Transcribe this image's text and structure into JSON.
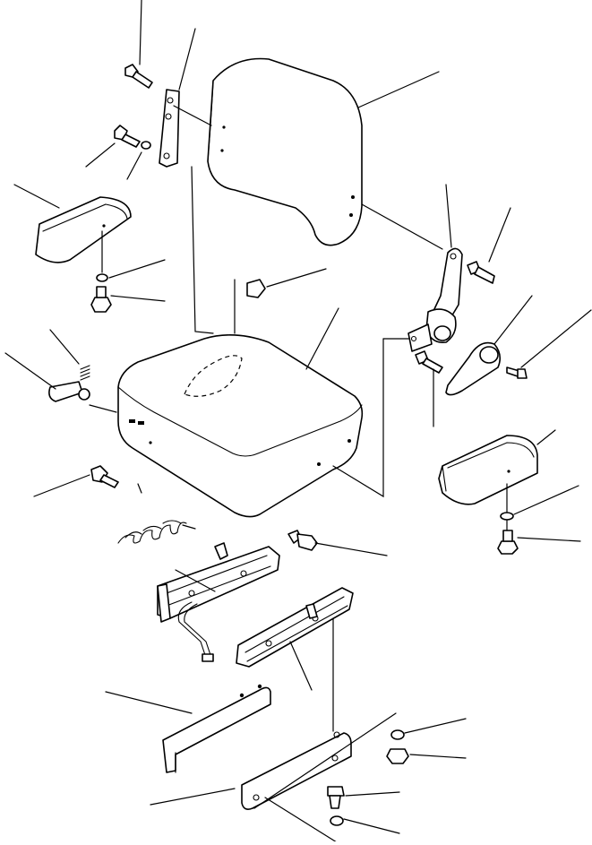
{
  "diagram": {
    "type": "exploded-view",
    "parts": [
      {
        "id": "headrest",
        "icon": "headrest-icon"
      },
      {
        "id": "headrest-bracket",
        "icon": "bracket-icon"
      },
      {
        "id": "backrest-lever",
        "icon": "lever-icon"
      },
      {
        "id": "lever-knob",
        "icon": "knob-icon"
      },
      {
        "id": "armrest-left",
        "icon": "armrest-icon"
      },
      {
        "id": "armrest-right",
        "icon": "armrest-icon"
      },
      {
        "id": "seat-cushion",
        "icon": "seat-cushion-icon"
      },
      {
        "id": "recline-lever",
        "icon": "lever-icon"
      },
      {
        "id": "spring",
        "icon": "spring-icon"
      },
      {
        "id": "seat-slide-rail-left",
        "icon": "rail-icon"
      },
      {
        "id": "seat-slide-rail-right",
        "icon": "rail-icon"
      },
      {
        "id": "slide-handle",
        "icon": "handle-icon"
      },
      {
        "id": "mounting-bracket-front",
        "icon": "bracket-icon"
      },
      {
        "id": "mounting-plate",
        "icon": "plate-icon"
      },
      {
        "id": "bolts",
        "icon": "bolt-icon"
      },
      {
        "id": "washers",
        "icon": "washer-icon"
      },
      {
        "id": "nuts",
        "icon": "nut-icon"
      }
    ],
    "colors": {
      "line": "#000000",
      "background": "#ffffff"
    }
  }
}
